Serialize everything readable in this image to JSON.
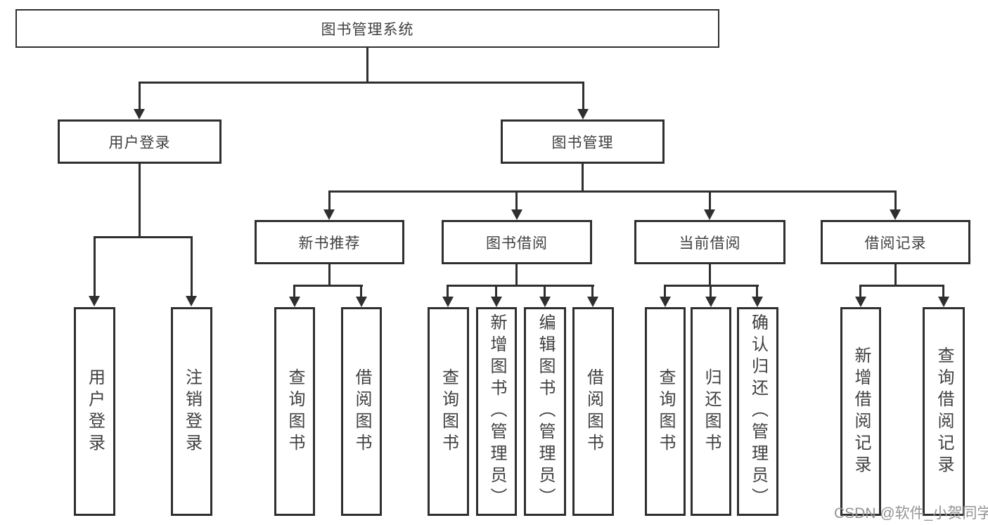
{
  "diagram": {
    "root": "图书管理系统",
    "level2": [
      "用户登录",
      "图书管理"
    ],
    "level3": [
      "新书推荐",
      "图书借阅",
      "当前借阅",
      "借阅记录"
    ],
    "leaves": {
      "login": [
        "用户登录",
        "注销登录"
      ],
      "recommend": [
        "查询图书",
        "借阅图书"
      ],
      "borrow": [
        "查询图书",
        "新增图书（管理员）",
        "编辑图书（管理员）",
        "借阅图书"
      ],
      "current": [
        "查询图书",
        "归还图书",
        "确认归还（管理员）"
      ],
      "record": [
        "新增借阅记录",
        "查询借阅记录"
      ]
    }
  },
  "watermark": "CSDN @软件_小贺同学",
  "colors": {
    "line": "#2f2f2f",
    "text": "#404040",
    "watermark": "#949494",
    "background": "#ffffff"
  }
}
